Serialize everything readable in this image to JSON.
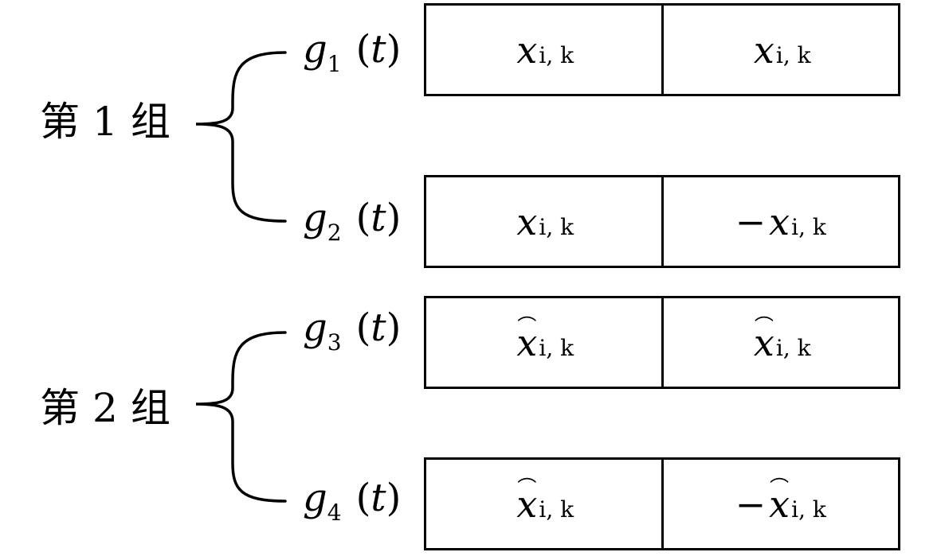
{
  "groups": [
    {
      "label_prefix": "第",
      "label_number": "1",
      "label_suffix": "组"
    },
    {
      "label_prefix": "第",
      "label_number": "2",
      "label_suffix": "组"
    }
  ],
  "signals": [
    {
      "letter": "g",
      "index": "1",
      "arg": "t"
    },
    {
      "letter": "g",
      "index": "2",
      "arg": "t"
    },
    {
      "letter": "g",
      "index": "3",
      "arg": "t"
    },
    {
      "letter": "g",
      "index": "4",
      "arg": "t"
    }
  ],
  "rows": [
    {
      "cells": [
        {
          "sign": "",
          "base": "x",
          "hat": "",
          "sub": "i, k"
        },
        {
          "sign": "",
          "base": "x",
          "hat": "",
          "sub": "i, k"
        }
      ]
    },
    {
      "cells": [
        {
          "sign": "",
          "base": "x",
          "hat": "",
          "sub": "i, k"
        },
        {
          "sign": "−",
          "base": "x",
          "hat": "",
          "sub": "i, k"
        }
      ]
    },
    {
      "cells": [
        {
          "sign": "",
          "base": "x",
          "hat": "⌒",
          "sub": "i, k"
        },
        {
          "sign": "",
          "base": "x",
          "hat": "⌒",
          "sub": "i, k"
        }
      ]
    },
    {
      "cells": [
        {
          "sign": "",
          "base": "x",
          "hat": "⌒",
          "sub": "i, k"
        },
        {
          "sign": "−",
          "base": "x",
          "hat": "⌒",
          "sub": "i, k"
        }
      ]
    }
  ]
}
